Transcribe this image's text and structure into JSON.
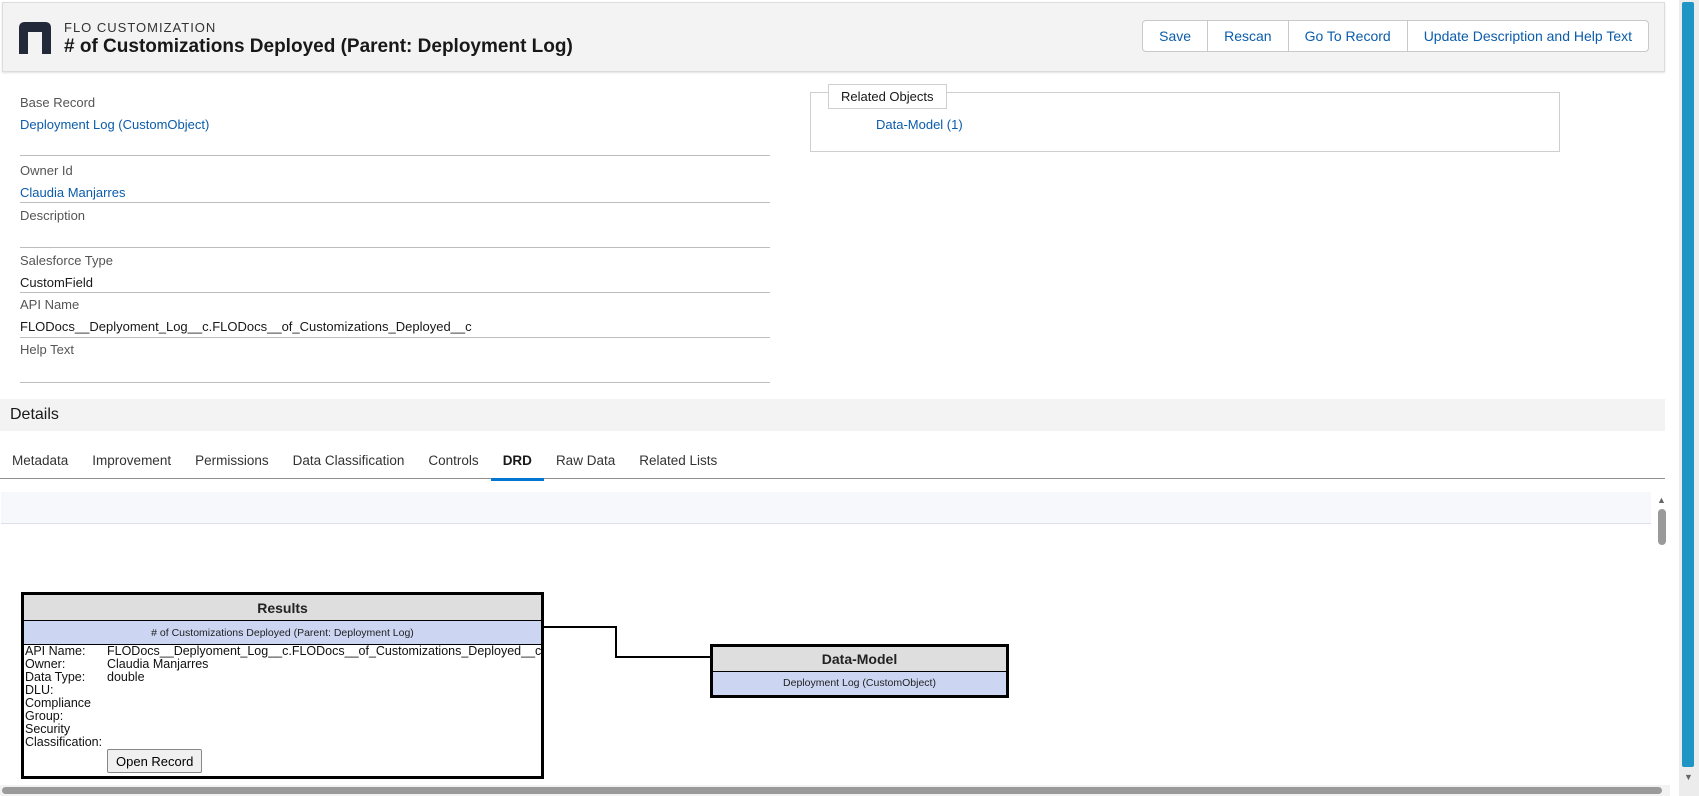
{
  "header": {
    "eyebrow": "FLO CUSTOMIZATION",
    "title": "# of Customizations Deployed (Parent: Deployment Log)",
    "buttons": {
      "save": "Save",
      "rescan": "Rescan",
      "go_to_record": "Go To Record",
      "update": "Update Description and Help Text"
    }
  },
  "fields": {
    "base_record": {
      "label": "Base Record",
      "value": "Deployment Log (CustomObject)"
    },
    "owner_id": {
      "label": "Owner Id",
      "value": "Claudia Manjarres"
    },
    "description": {
      "label": "Description",
      "value": ""
    },
    "salesforce_type": {
      "label": "Salesforce Type",
      "value": "CustomField"
    },
    "api_name": {
      "label": "API Name",
      "value": "FLODocs__Deplyoment_Log__c.FLODocs__of_Customizations_Deployed__c"
    },
    "help_text": {
      "label": "Help Text",
      "value": ""
    }
  },
  "related_objects": {
    "legend": "Related Objects",
    "link": "Data-Model (1)"
  },
  "details": {
    "title": "Details",
    "tabs": [
      "Metadata",
      "Improvement",
      "Permissions",
      "Data Classification",
      "Controls",
      "DRD",
      "Raw Data",
      "Related Lists"
    ],
    "active_tab": "DRD"
  },
  "diagram": {
    "results": {
      "title": "Results",
      "subtitle": "# of Customizations Deployed (Parent: Deployment Log)",
      "rows": {
        "api_name": {
          "k": "API Name:",
          "v": "FLODocs__Deplyoment_Log__c.FLODocs__of_Customizations_Deployed__c"
        },
        "owner": {
          "k": "Owner:",
          "v": "Claudia Manjarres"
        },
        "data_type": {
          "k": "Data Type:",
          "v": "double"
        },
        "dlu": {
          "k": "DLU:",
          "v": ""
        },
        "compliance_1": {
          "k": "Compliance",
          "v": ""
        },
        "compliance_2": {
          "k": "Group:",
          "v": ""
        },
        "security_1": {
          "k": "Security",
          "v": ""
        },
        "security_2": {
          "k": "Classification:",
          "v": ""
        }
      },
      "open_record": "Open Record"
    },
    "data_model": {
      "title": "Data-Model",
      "subtitle": "Deployment Log (CustomObject)"
    }
  },
  "colors": {
    "link": "#0b5cab",
    "active_tab": "#0176d3",
    "diagram_subheader": "#ccd6f2",
    "page_scroll_thumb": "#1f95c6"
  },
  "icons": {
    "logo": "flo-logo-icon",
    "scroll_up": "triangle-up-icon",
    "scroll_down": "triangle-down-icon"
  }
}
